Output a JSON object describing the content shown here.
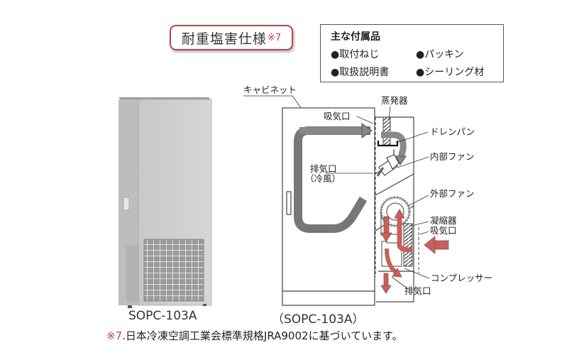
{
  "badge": {
    "title": "耐重塩害仕様",
    "note_mark": "※7"
  },
  "accessories": {
    "title": "主な付属品",
    "items": [
      "●取付ねじ",
      "●パッキン",
      "●取扱説明書",
      "●シーリング材"
    ]
  },
  "product": {
    "photo_caption": "SOPC-103A",
    "diagram_caption": "（SOPC-103A）"
  },
  "diagram_labels": {
    "cabinet": "キャビネット",
    "intake_top": "吸気口",
    "exhaust_cold_1": "排気口",
    "exhaust_cold_2": "（冷風）",
    "evaporator": "蒸発器",
    "drain_pan": "ドレンパン",
    "internal_fan": "内部ファン",
    "external_fan": "外部ファン",
    "condenser": "凝縮器",
    "intake_side": "吸気口",
    "compressor": "コンプレッサー",
    "exhaust_bottom": "排気口"
  },
  "footnote": {
    "mark": "※7",
    "text": ".日本冷凍空調工業会標準規格JRA9002に基づいています。"
  },
  "colors": {
    "accent_red": "#c0424a",
    "hot_air": "#c8605a",
    "cold_air": "#8a8a8a"
  }
}
